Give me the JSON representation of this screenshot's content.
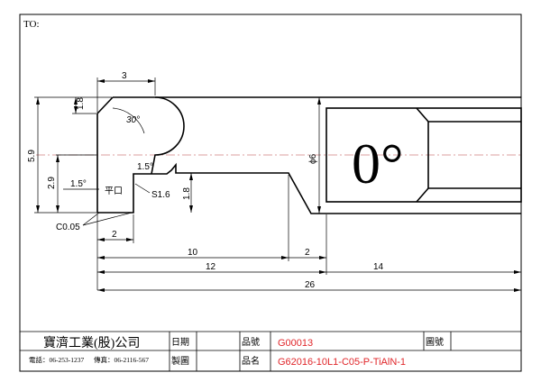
{
  "to_label": "TO:",
  "dimensions": {
    "top_width": "3",
    "left_height_small": "1.8",
    "angle_30": "30°",
    "overall_height": "5.9",
    "height_2_9": "2.9",
    "angle_1_5_left": "1.5°",
    "angle_1_5_tip": "1.5°",
    "flat_label": "平口",
    "s_radius": "S1.6",
    "step_height": "1.8",
    "chamfer": "C0.05",
    "tip_width": "2",
    "len_10": "10",
    "len_2": "2",
    "len_12": "12",
    "len_14": "14",
    "len_26": "26",
    "shank_diameter": "ϕ6",
    "orientation_angle": "0°"
  },
  "title_block": {
    "company": "寶濟工業(股)公司",
    "phone": "電話：06-253-1237",
    "fax": "傳真：06-2116-567",
    "date_label": "日期",
    "drawing_label": "製圖",
    "part_no_label": "品號",
    "part_no": "G00013",
    "part_name_label": "品名",
    "part_name": "G62016-10L1-C05-P-TiAlN-1",
    "drawing_no_label": "圖號",
    "accent_color": "#e0262a"
  }
}
